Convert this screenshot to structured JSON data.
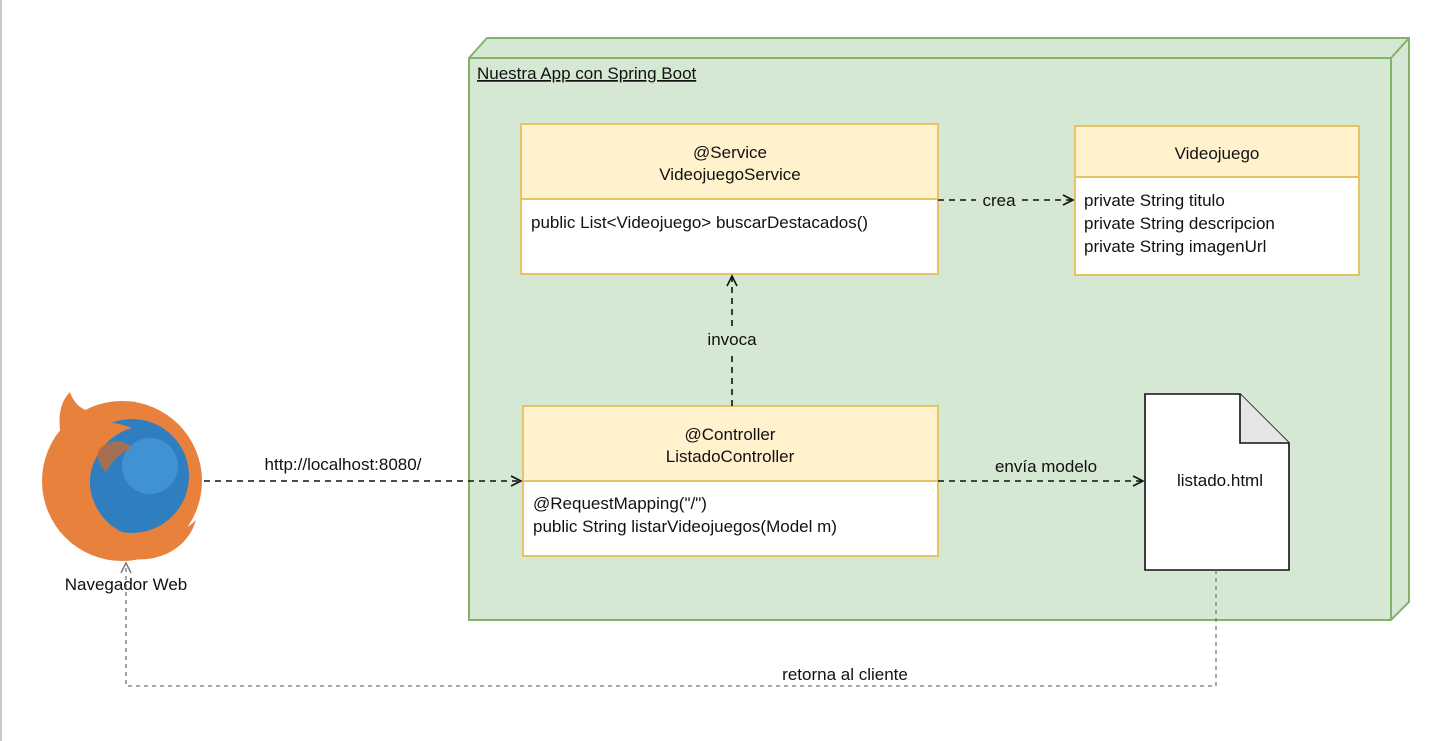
{
  "colors": {
    "node_fill": "#d5e8d4",
    "node_stroke": "#82b366",
    "class_header_fill": "#fff2cc",
    "class_stroke": "#e6c364",
    "edge": "#111111",
    "return_edge": "#777777",
    "firefox_orange": "#e8813c",
    "firefox_blue": "#2f7fc0"
  },
  "container": {
    "title": "Nuestra App con Spring Boot"
  },
  "service_class": {
    "stereotype": "@Service",
    "name": "VideojuegoService",
    "members": [
      "public List<Videojuego> buscarDestacados()"
    ]
  },
  "entity_class": {
    "name": "Videojuego",
    "members": [
      "private String titulo",
      "private String descripcion",
      "private String imagenUrl"
    ]
  },
  "controller_class": {
    "stereotype": "@Controller",
    "name": "ListadoController",
    "members": [
      "@RequestMapping(\"/\")",
      "public String listarVideojuegos(Model m)"
    ]
  },
  "view_file": {
    "label": "listado.html"
  },
  "browser": {
    "label": "Navegador Web",
    "icon": "firefox-icon"
  },
  "edges": {
    "creates": "crea",
    "invokes": "invoca",
    "request": "http://localhost:8080/",
    "sends_model": "envía modelo",
    "returns": "retorna al cliente"
  }
}
